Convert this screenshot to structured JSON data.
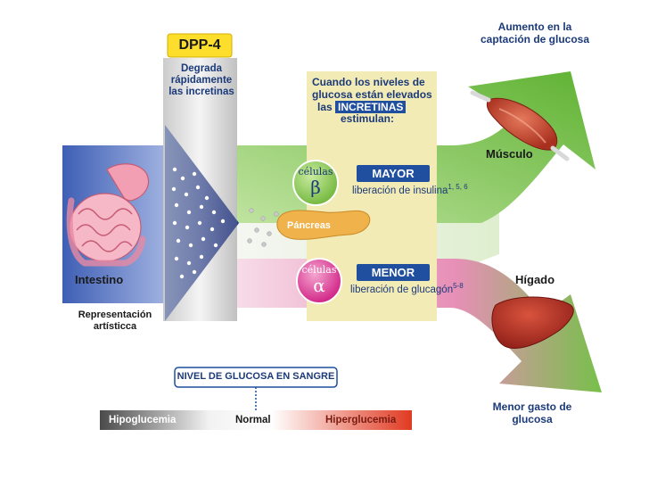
{
  "dpp4": {
    "title": "DPP-4",
    "description_lines": [
      "Degrada",
      "rápidamente",
      "las incretinas"
    ]
  },
  "callout": {
    "lines": [
      "Cuando los niveles de",
      "glucosa están elevados"
    ],
    "line3_prefix": "las",
    "highlight": "INCRETINAS",
    "line4": "estimulan:"
  },
  "beta_cells": {
    "word": "células",
    "symbol": "β",
    "badge": "MAYOR",
    "text": "liberación de insulina",
    "refs": "1, 5, 6"
  },
  "alpha_cells": {
    "word": "células",
    "symbol": "α",
    "badge": "MENOR",
    "text": "liberación de glucagón",
    "refs": "5-8"
  },
  "organs": {
    "intestine": "Intestino",
    "pancreas": "Páncreas",
    "muscle": "Músculo",
    "liver": "Hígado"
  },
  "representation_lines": [
    "Representación",
    "artísticca"
  ],
  "top_right_lines": [
    "Aumento en la",
    "captación de glucosa"
  ],
  "bottom_right_lines": [
    "Menor gasto de",
    "glucosa"
  ],
  "glucose_scale": {
    "title": "NIVEL DE GLUCOSA EN SANGRE",
    "low": "Hipoglucemia",
    "normal": "Normal",
    "high": "Hiperglucemia"
  },
  "colors": {
    "blue_band": "#5a78c2",
    "green_band": "#7cc24e",
    "pink_band": "#e58bb3",
    "callout_bg": "#f3ebb5",
    "badge_blue": "#1f4f9e",
    "beta_circle": "#7dc142",
    "alpha_circle": "#d5218c",
    "pancreas": "#f0b24a"
  }
}
